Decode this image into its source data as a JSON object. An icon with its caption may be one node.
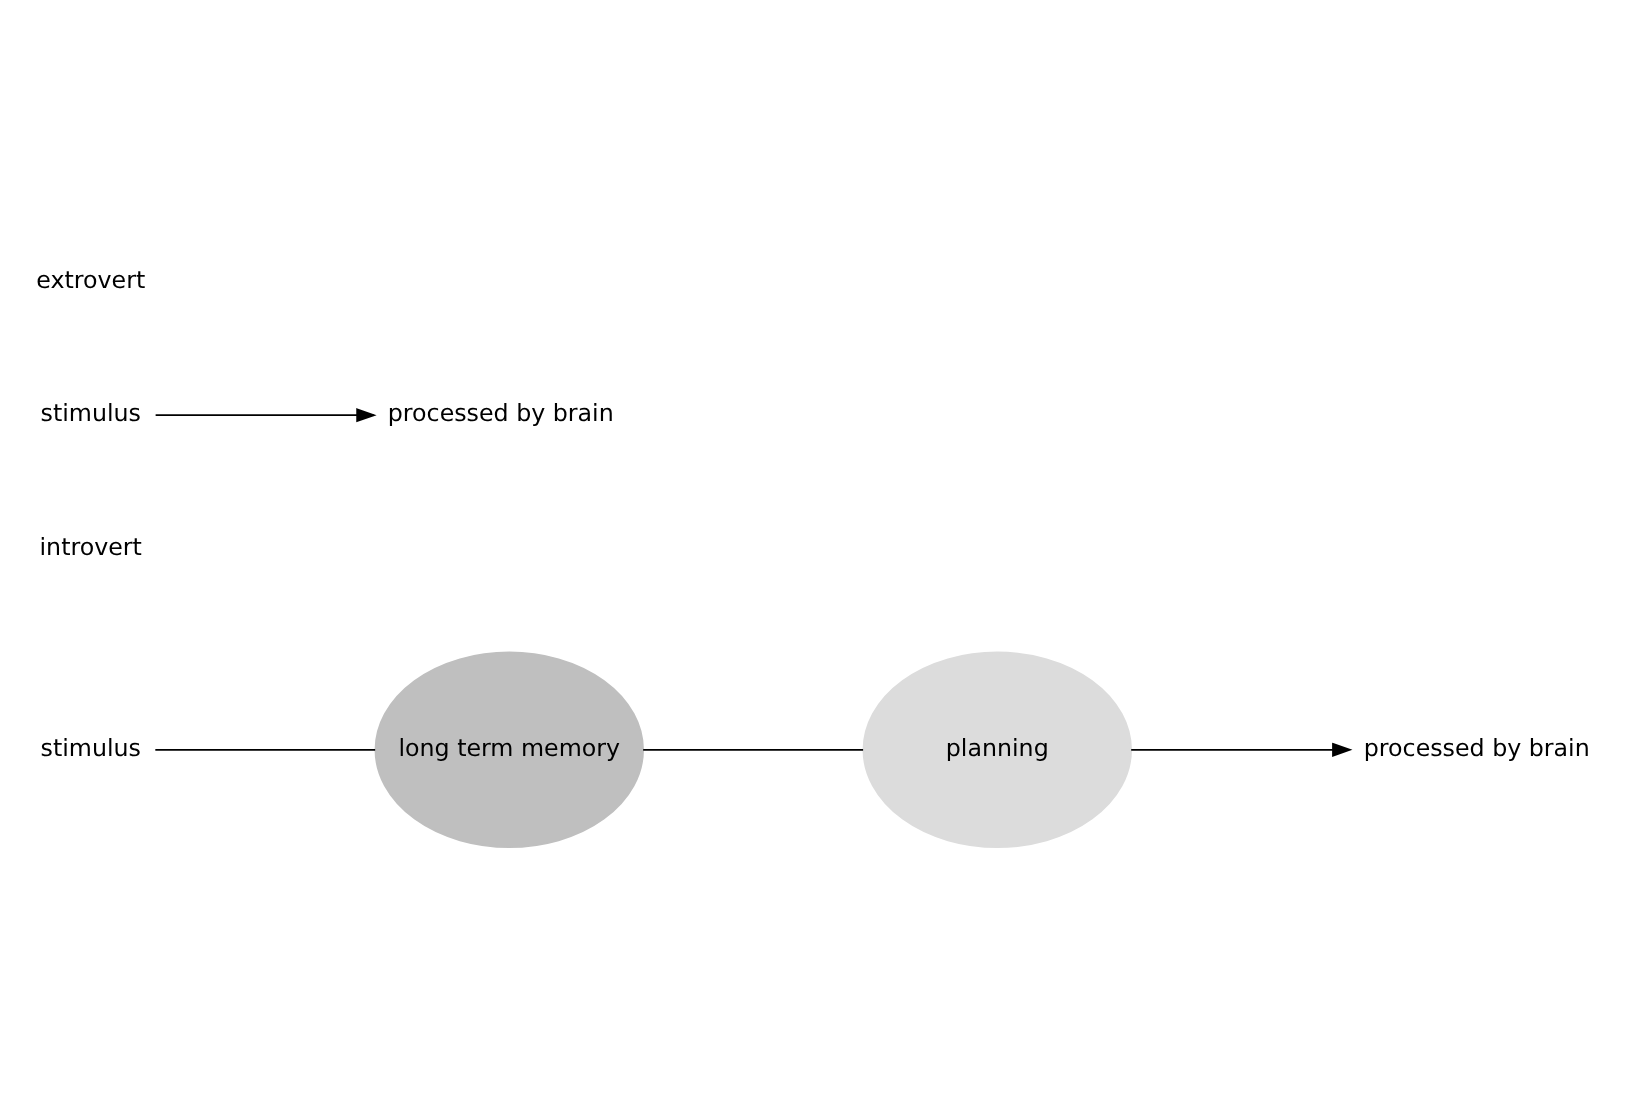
{
  "diagram": {
    "nodes": [
      {
        "text": [
          "stimulus"
        ]
      },
      {
        "text": [
          "processed by brain"
        ]
      },
      {
        "text": [
          "stimulus"
        ]
      },
      {
        "text": [
          "long term memory"
        ]
      },
      {
        "text": [
          "planning"
        ]
      },
      {
        "text": [
          "processed by brain"
        ]
      }
    ],
    "edges": [
      {
        "from": 0,
        "to": 1,
        "arrow": "to"
      },
      {
        "from": 2,
        "to": 3,
        "arrow": "none"
      },
      {
        "from": 3,
        "to": 4,
        "arrow": "none"
      },
      {
        "from": 4,
        "to": 5,
        "arrow": "to"
      }
    ],
    "labels": [
      "extrovert",
      "introvert"
    ]
  }
}
